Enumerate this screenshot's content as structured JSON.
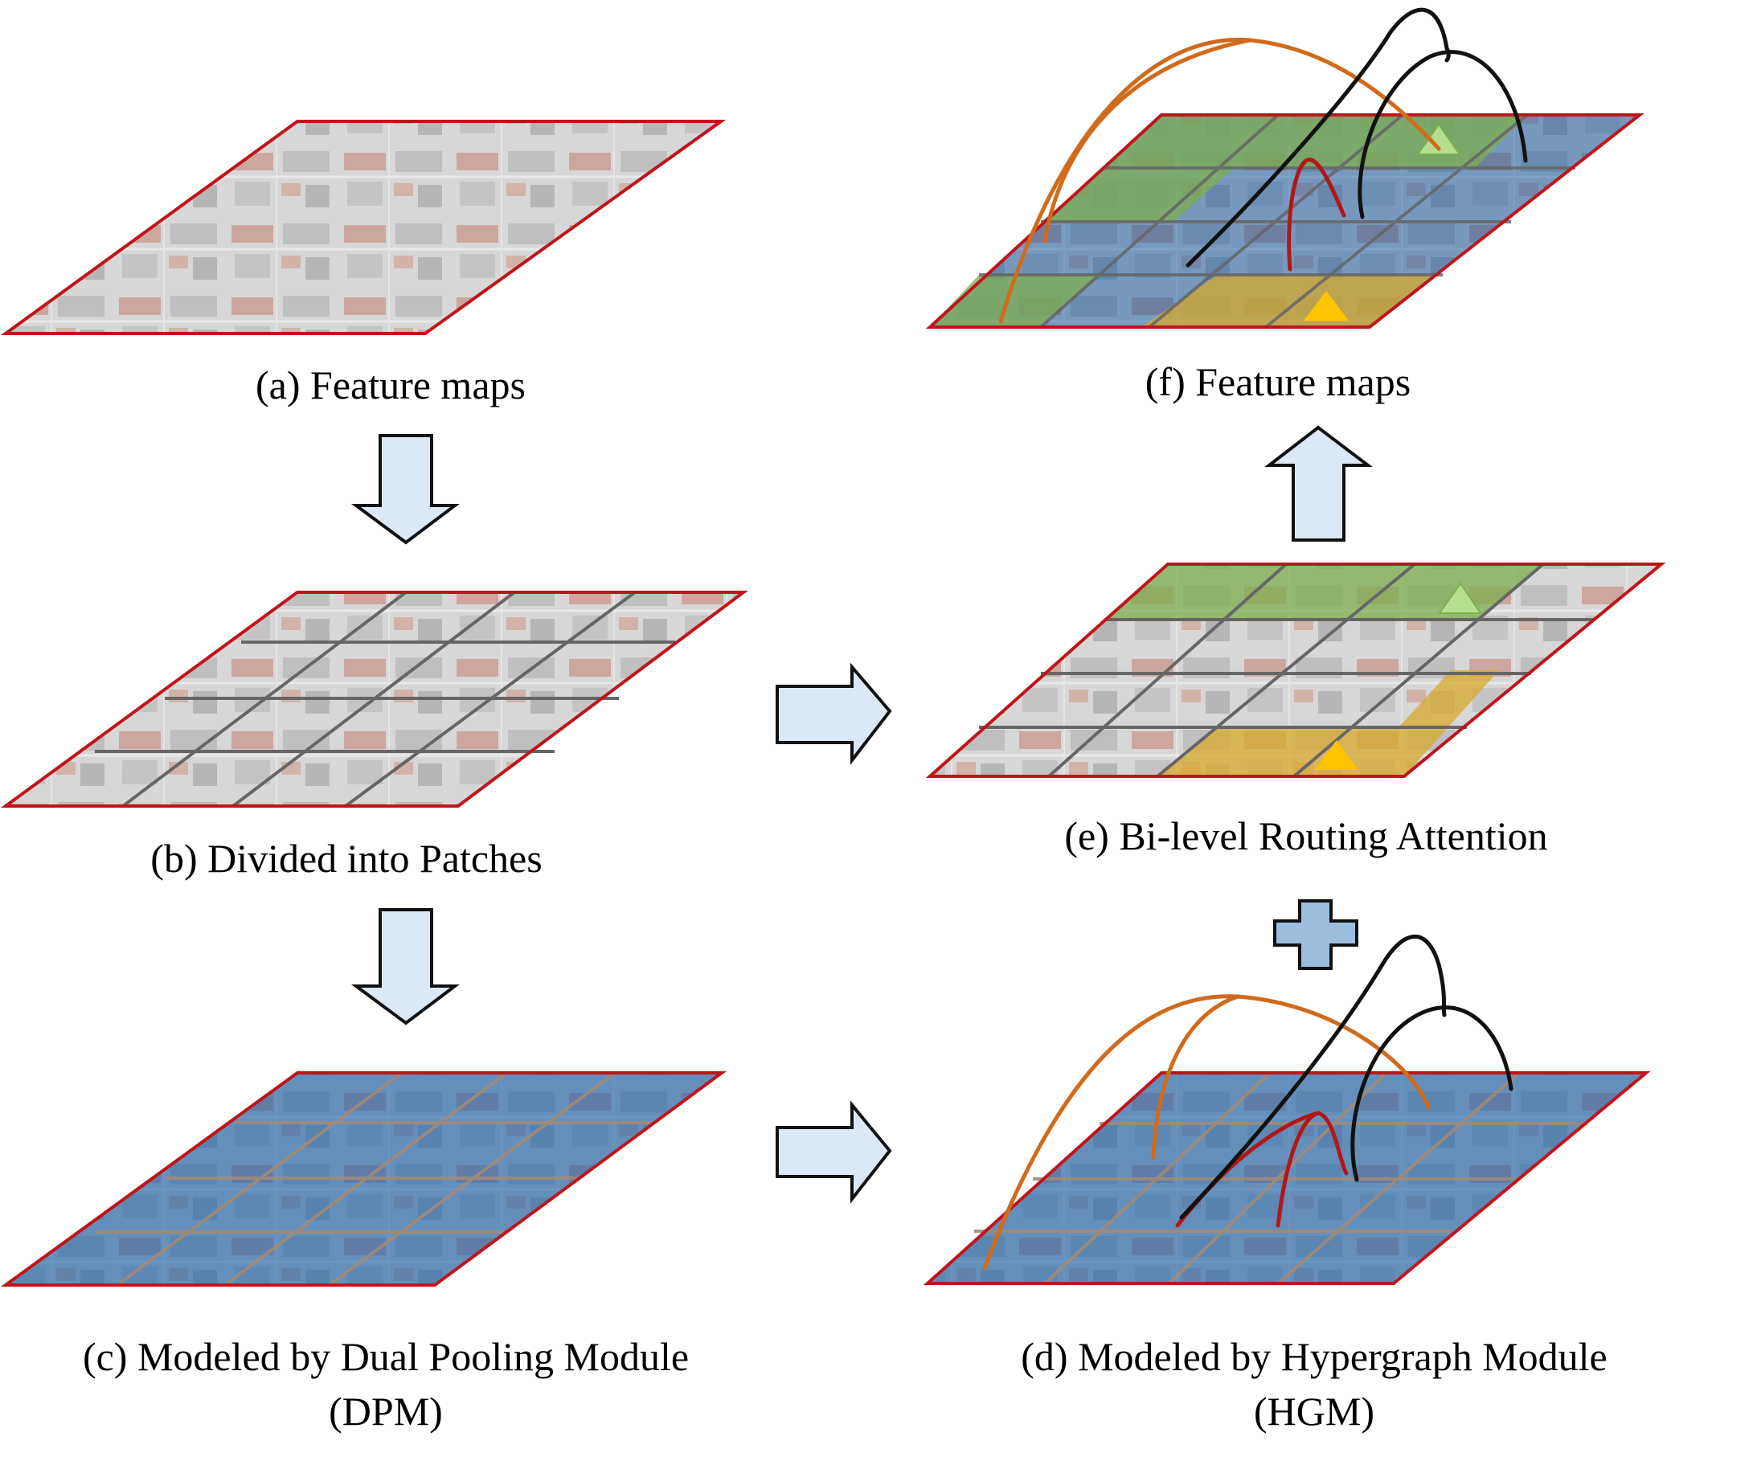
{
  "captions": {
    "a": "(a) Feature maps",
    "b": "(b) Divided into Patches",
    "c_line1": "(c) Modeled by Dual Pooling Module",
    "c_line2": "(DPM)",
    "d_line1": "(d) Modeled by Hypergraph Module",
    "d_line2": "(HGM)",
    "e": "(e) Bi-level Routing Attention",
    "f": "(f) Feature maps"
  },
  "colors": {
    "border": "#c0141c",
    "plane_gray": "#c7c7c7",
    "plane_blue": "#5a87b4",
    "region_green": "#7fae4e",
    "region_yellow": "#d7aa2e",
    "grid_dark": "#666666",
    "grid_light": "#a08a78",
    "arrow_fill": "#dbe8f5",
    "plus_fill": "#9dbddf",
    "edge_orange": "#d06b1c",
    "edge_red": "#b01818",
    "edge_black": "#111111",
    "triangle_green": "#b5df8e",
    "triangle_yellow": "#ffc400"
  }
}
